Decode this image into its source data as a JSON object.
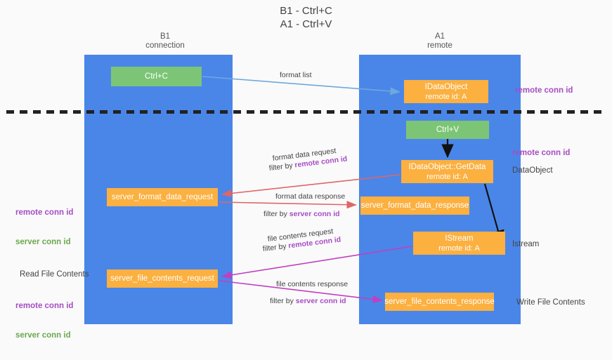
{
  "title": "B1 - Ctrl+C\nA1 - Ctrl+V",
  "columns": {
    "left": {
      "name": "B1",
      "role": "connection",
      "label": "B1\nconnection"
    },
    "right": {
      "name": "A1",
      "role": "remote",
      "label": "A1\nremote"
    }
  },
  "colors": {
    "lane": "#4a86e8",
    "action_node": "#7cc576",
    "message_node": "#fbb040",
    "background": "#fafafa",
    "divider": "#222222",
    "remote_conn_id": "#a64dc4",
    "server_conn_id": "#6aa84f",
    "arrow_format_list": "#6fa8dc",
    "arrow_format_data": "#e06666",
    "arrow_file_contents": "#c13fc1",
    "arrow_internal": "#000000"
  },
  "nodes": [
    {
      "id": "ctrl-c",
      "lane": "left",
      "kind": "action",
      "line1": "Ctrl+C",
      "line2": ""
    },
    {
      "id": "idataobject",
      "lane": "right",
      "kind": "message",
      "line1": "IDataObject",
      "line2": "remote id: A"
    },
    {
      "id": "ctrl-v",
      "lane": "right",
      "kind": "action",
      "line1": "Ctrl+V",
      "line2": ""
    },
    {
      "id": "idataobject-getdata",
      "lane": "right",
      "kind": "message",
      "line1": "IDataObject::GetData",
      "line2": "remote id: A"
    },
    {
      "id": "server-format-data-request",
      "lane": "left",
      "kind": "message",
      "line1": "server_format_data_request",
      "line2": ""
    },
    {
      "id": "server-format-data-response",
      "lane": "right",
      "kind": "message",
      "line1": "server_format_data_response",
      "line2": ""
    },
    {
      "id": "istream",
      "lane": "right",
      "kind": "message",
      "line1": "IStream",
      "line2": "remote id: A"
    },
    {
      "id": "server-file-contents-request",
      "lane": "left",
      "kind": "message",
      "line1": "server_file_contents_request",
      "line2": ""
    },
    {
      "id": "server-file-contents-response",
      "lane": "right",
      "kind": "message",
      "line1": "server_file_contents_response",
      "line2": ""
    }
  ],
  "edge_labels": {
    "format_list": "format list",
    "format_data_request": "format data request",
    "format_data_request_filter_prefix": "filter by ",
    "format_data_request_filter_key": "remote conn id",
    "format_data_response": "format data response",
    "format_data_response_filter_prefix": "filter by ",
    "format_data_response_filter_key": "server conn id",
    "file_contents_request": "file contents request",
    "file_contents_request_filter_prefix": "filter by ",
    "file_contents_request_filter_key": "remote conn id",
    "file_contents_response": "file contents response",
    "file_contents_response_filter_prefix": "filter by ",
    "file_contents_response_filter_key": "server conn id"
  },
  "annotations": {
    "right": [
      {
        "id": "remote-conn-id-top",
        "text": "remote conn id",
        "style": "remote"
      },
      {
        "id": "remote-conn-id-getdata",
        "text": "remote conn id",
        "style": "remote"
      },
      {
        "id": "dataobject",
        "text": "DataObject",
        "style": "plain"
      },
      {
        "id": "istream-label",
        "text": "Istream",
        "style": "plain"
      },
      {
        "id": "write-file-contents",
        "text": "Write File Contents",
        "style": "plain"
      }
    ],
    "left": [
      {
        "id": "remote-conn-id-format",
        "text": "remote conn id",
        "style": "remote"
      },
      {
        "id": "server-conn-id-format",
        "text": "server conn id",
        "style": "server"
      },
      {
        "id": "read-file-contents",
        "text": "Read File Contents",
        "style": "plain"
      },
      {
        "id": "remote-conn-id-file",
        "text": "remote conn id",
        "style": "remote"
      },
      {
        "id": "server-conn-id-file",
        "text": "server conn id",
        "style": "server"
      }
    ]
  }
}
